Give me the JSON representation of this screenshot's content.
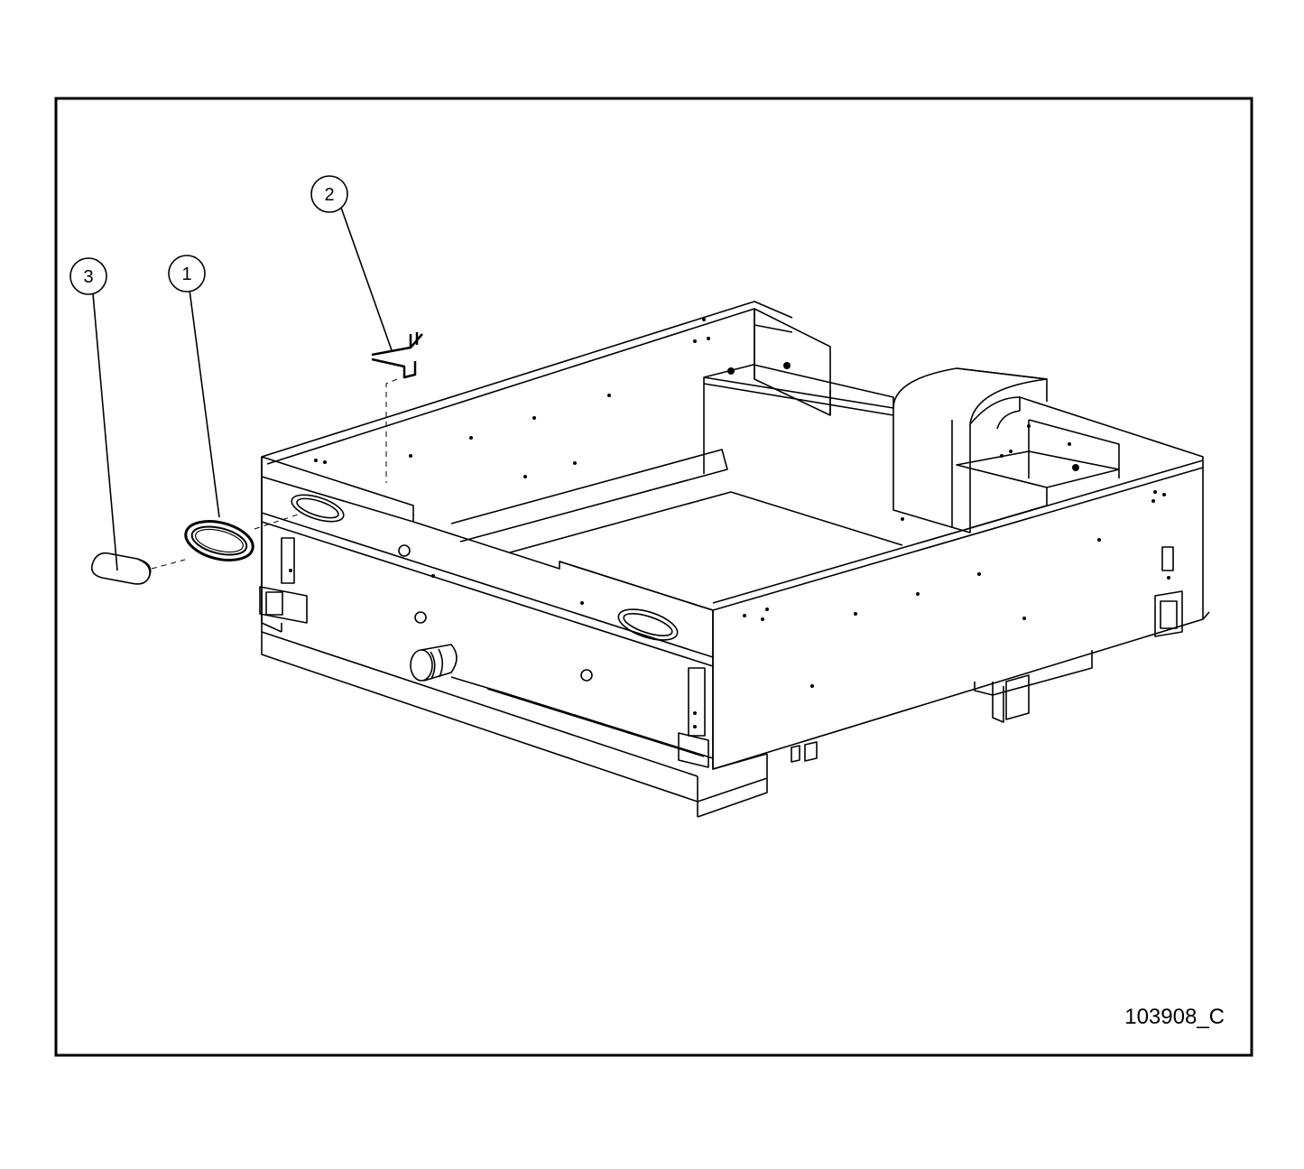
{
  "diagram": {
    "figure_id": "103908_C",
    "callouts": [
      {
        "label": "1"
      },
      {
        "label": "2"
      },
      {
        "label": "3"
      }
    ]
  }
}
